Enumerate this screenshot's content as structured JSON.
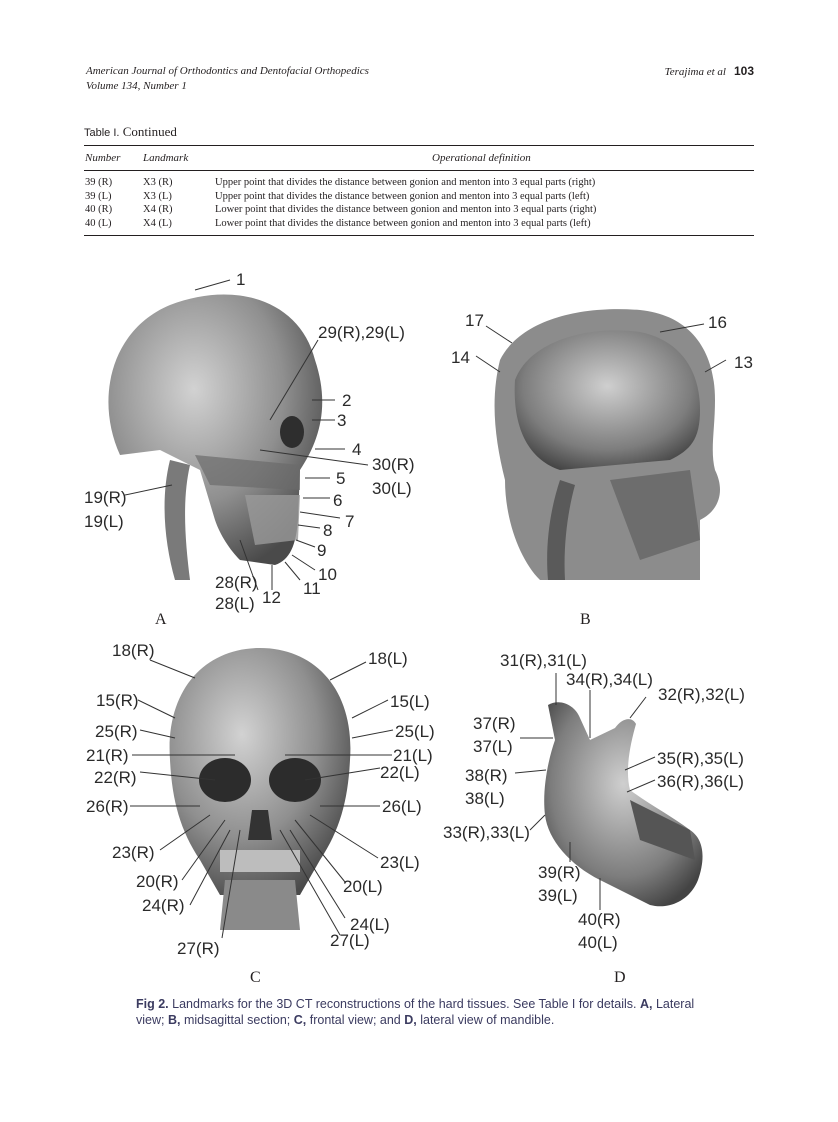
{
  "header": {
    "journal": "American Journal of Orthodontics and Dentofacial Orthopedics",
    "volume": "Volume 134, Number 1",
    "authors": "Terajima et al",
    "page": "103"
  },
  "table": {
    "label": "Table I.",
    "title": "Continued",
    "columns": [
      "Number",
      "Landmark",
      "Operational definition"
    ],
    "rows": [
      [
        "39 (R)",
        "X3 (R)",
        "Upper point that divides the distance between gonion and menton into 3 equal parts (right)"
      ],
      [
        "39 (L)",
        "X3 (L)",
        "Upper point that divides the distance between gonion and menton into 3 equal parts (left)"
      ],
      [
        "40 (R)",
        "X4 (R)",
        "Lower point that divides the distance between gonion and menton into 3 equal parts (right)"
      ],
      [
        "40 (L)",
        "X4 (L)",
        "Lower point that divides the distance between gonion and menton into 3 equal parts (left)"
      ]
    ]
  },
  "figure": {
    "panels": [
      "A",
      "B",
      "C",
      "D"
    ],
    "labels_a": [
      "1",
      "29(R),29(L)",
      "2",
      "3",
      "4",
      "30(R)",
      "30(L)",
      "5",
      "6",
      "7",
      "8",
      "9",
      "10",
      "11",
      "12",
      "19(R)",
      "19(L)",
      "28(R)",
      "28(L)"
    ],
    "labels_b": [
      "17",
      "16",
      "14",
      "13"
    ],
    "labels_c": [
      "18(R)",
      "18(L)",
      "15(R)",
      "15(L)",
      "25(R)",
      "25(L)",
      "21(R)",
      "21(L)",
      "22(R)",
      "22(L)",
      "26(R)",
      "26(L)",
      "23(R)",
      "23(L)",
      "20(R)",
      "20(L)",
      "24(R)",
      "24(L)",
      "27(R)",
      "27(L)"
    ],
    "labels_d": [
      "31(R),31(L)",
      "34(R),34(L)",
      "32(R),32(L)",
      "37(R)",
      "37(L)",
      "35(R),35(L)",
      "36(R),36(L)",
      "38(R)",
      "38(L)",
      "33(R),33(L)",
      "39(R)",
      "39(L)",
      "40(R)",
      "40(L)"
    ]
  },
  "caption": {
    "fig": "Fig 2.",
    "text": "Landmarks for the 3D CT reconstructions of the hard tissues. See Table I for details.",
    "a_label": "A,",
    "a_text": "Lateral view;",
    "b_label": "B,",
    "b_text": "midsagittal section;",
    "c_label": "C,",
    "c_text": "frontal view; and",
    "d_label": "D,",
    "d_text": "lateral view of mandible."
  }
}
